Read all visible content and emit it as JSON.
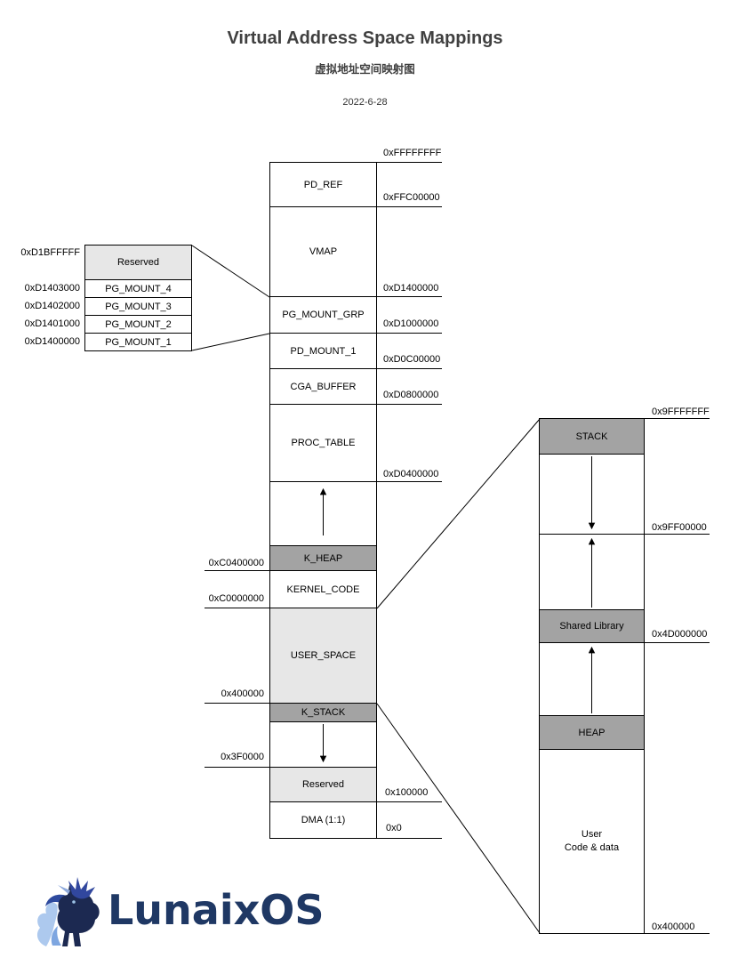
{
  "header": {
    "title": "Virtual Address Space Mappings",
    "subtitle": "虚拟地址空间映射图",
    "date": "2022-6-28"
  },
  "colors": {
    "gray_fill": "#a3a3a3",
    "light_fill": "#e7e7e7",
    "stroke": "#000000",
    "logo_blue": "#1f3864",
    "mascot_dark": "#1c2951",
    "mascot_mid": "#31479e",
    "mascot_light": "#8faadc",
    "mascot_flame": "#adc9ee"
  },
  "main_column": {
    "regions": {
      "pd_ref": "PD_REF",
      "vmap": "VMAP",
      "pg_mount_grp": "PG_MOUNT_GRP",
      "pd_mount_1": "PD_MOUNT_1",
      "cga_buffer": "CGA_BUFFER",
      "proc_table": "PROC_TABLE",
      "k_heap": "K_HEAP",
      "kernel_code": "KERNEL_CODE",
      "user_space": "USER_SPACE",
      "k_stack": "K_STACK",
      "reserved": "Reserved",
      "dma": "DMA (1:1)"
    },
    "addresses_right": {
      "top": "0xFFFFFFFF",
      "pd_ref_base": "0xFFC00000",
      "vmap_base": "0xD1400000",
      "pg_mount_grp_base": "0xD1000000",
      "pd_mount_1_base": "0xD0C00000",
      "cga_buffer_base": "0xD0800000",
      "proc_table_base": "0xD0400000",
      "reserved_base": "0x100000",
      "zero": "0x0"
    },
    "addresses_left": {
      "k_heap_base": "0xC0400000",
      "kernel_code_base": "0xC0000000",
      "user_space_base": "0x400000",
      "k_stack_limit": "0x3F0000"
    }
  },
  "pg_mount_inset": {
    "regions": {
      "reserved": "Reserved",
      "pg_mount_4": "PG_MOUNT_4",
      "pg_mount_3": "PG_MOUNT_3",
      "pg_mount_2": "PG_MOUNT_2",
      "pg_mount_1": "PG_MOUNT_1"
    },
    "addresses": {
      "top": "0xD1BFFFFF",
      "pg_mount_4": "0xD1403000",
      "pg_mount_3": "0xD1402000",
      "pg_mount_2": "0xD1401000",
      "pg_mount_1": "0xD1400000"
    }
  },
  "user_space_inset": {
    "regions": {
      "stack": "STACK",
      "shared_library": "Shared Library",
      "heap": "HEAP",
      "user_code_line1": "User",
      "user_code_line2": "Code & data"
    },
    "addresses": {
      "top": "0x9FFFFFFF",
      "stack_limit": "0x9FF00000",
      "shared_library_base": "0x4D000000",
      "bottom": "0x400000"
    }
  },
  "logo": {
    "text": "LunaixOS"
  }
}
